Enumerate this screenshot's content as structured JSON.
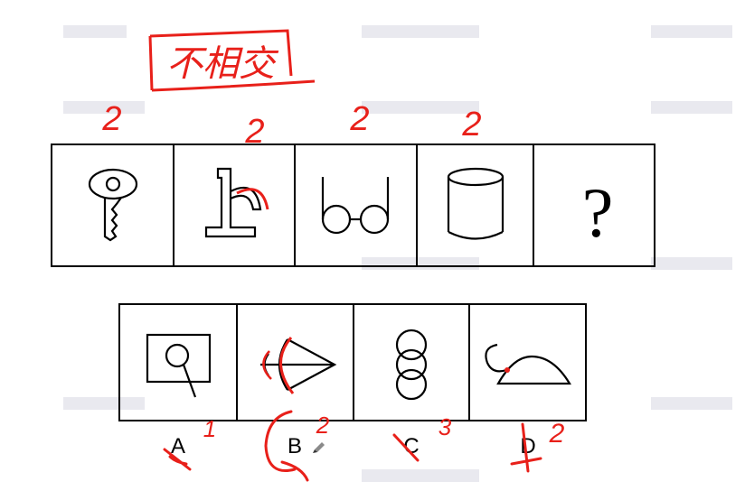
{
  "annotation": {
    "title": "不相交",
    "color": "#e8201a",
    "counts_top": [
      "2",
      "2",
      "2",
      "2"
    ],
    "counts_options": [
      "1",
      "2",
      "3",
      "2"
    ]
  },
  "question": {
    "panels": [
      {
        "icon": "key-icon"
      },
      {
        "icon": "pipe-icon"
      },
      {
        "icon": "glasses-icon"
      },
      {
        "icon": "cylinder-icon"
      },
      {
        "label": "?"
      }
    ]
  },
  "options": [
    {
      "label": "A",
      "icon": "magnifier-in-frame-icon"
    },
    {
      "label": "B",
      "icon": "kite-arcs-icon"
    },
    {
      "label": "C",
      "icon": "three-circles-icon"
    },
    {
      "label": "D",
      "icon": "mouse-shape-icon"
    }
  ]
}
